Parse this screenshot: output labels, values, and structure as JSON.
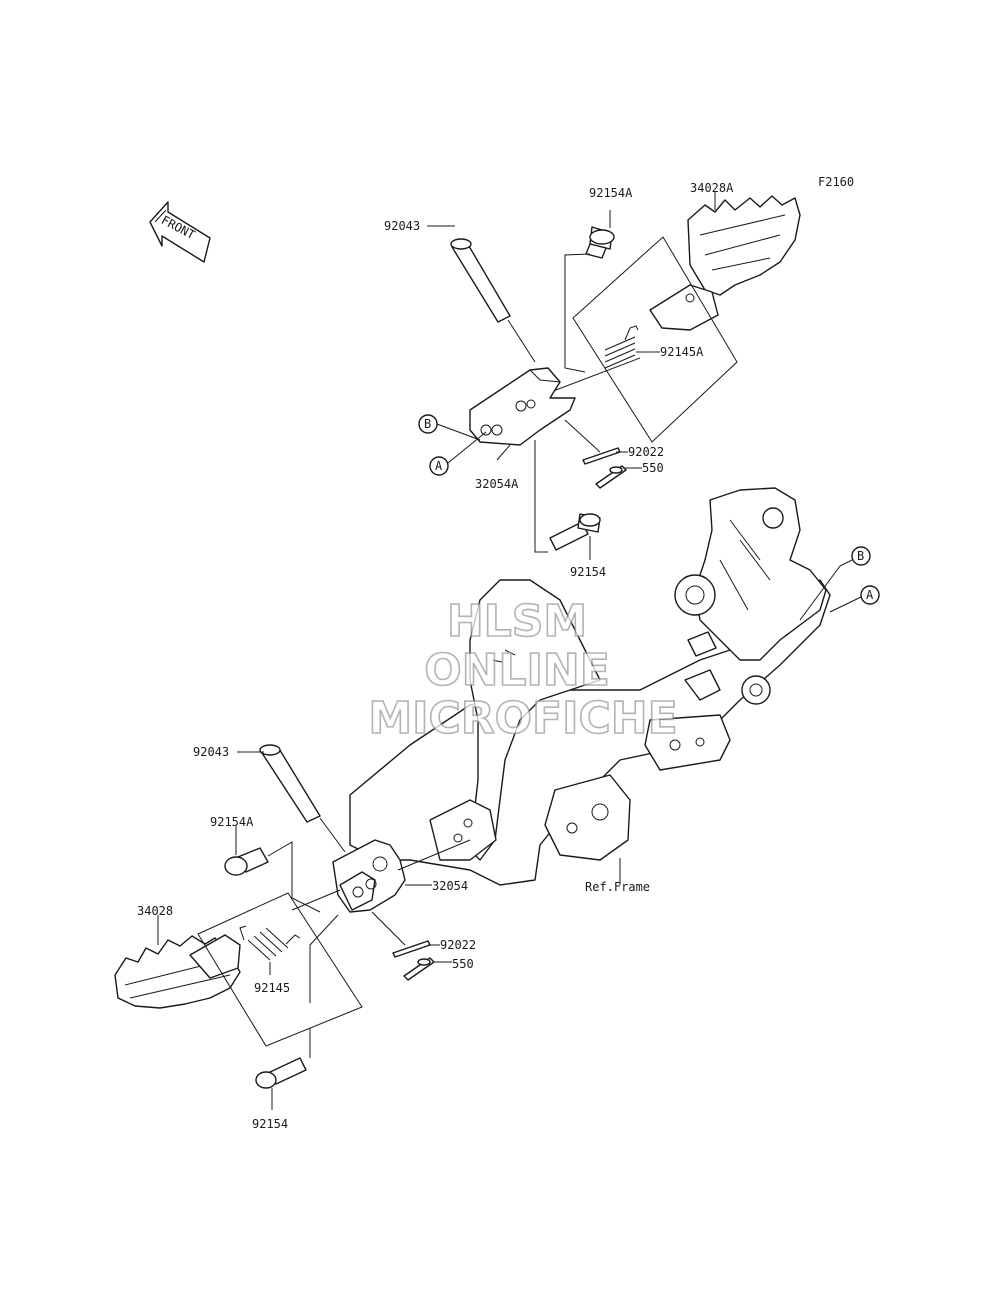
{
  "figure_code": "F2160",
  "front_arrow_text": "FRONT",
  "reference_note": "Ref.Frame",
  "callouts": {
    "a": "A",
    "b": "B"
  },
  "part_labels": {
    "top_bracket_pin": "92043",
    "top_bracket_bolt": "92154A",
    "top_footrest": "34028A",
    "top_spring": "92145A",
    "top_bracket": "32054A",
    "top_cotter_a": "92022",
    "top_cotter_b": "550",
    "top_mount_bolt": "92154",
    "bottom_bracket_pin": "92043",
    "bottom_bracket_bolt": "92154A",
    "bottom_footrest": "34028",
    "bottom_bracket": "32054",
    "bottom_cotter_a": "92022",
    "bottom_cotter_b": "550",
    "bottom_spring": "92145",
    "bottom_mount_bolt": "92154"
  },
  "watermark": {
    "line1": "HLSM",
    "line2": "ONLINE",
    "line3": "MICROFICHE",
    "color": "#9a9a9a"
  }
}
